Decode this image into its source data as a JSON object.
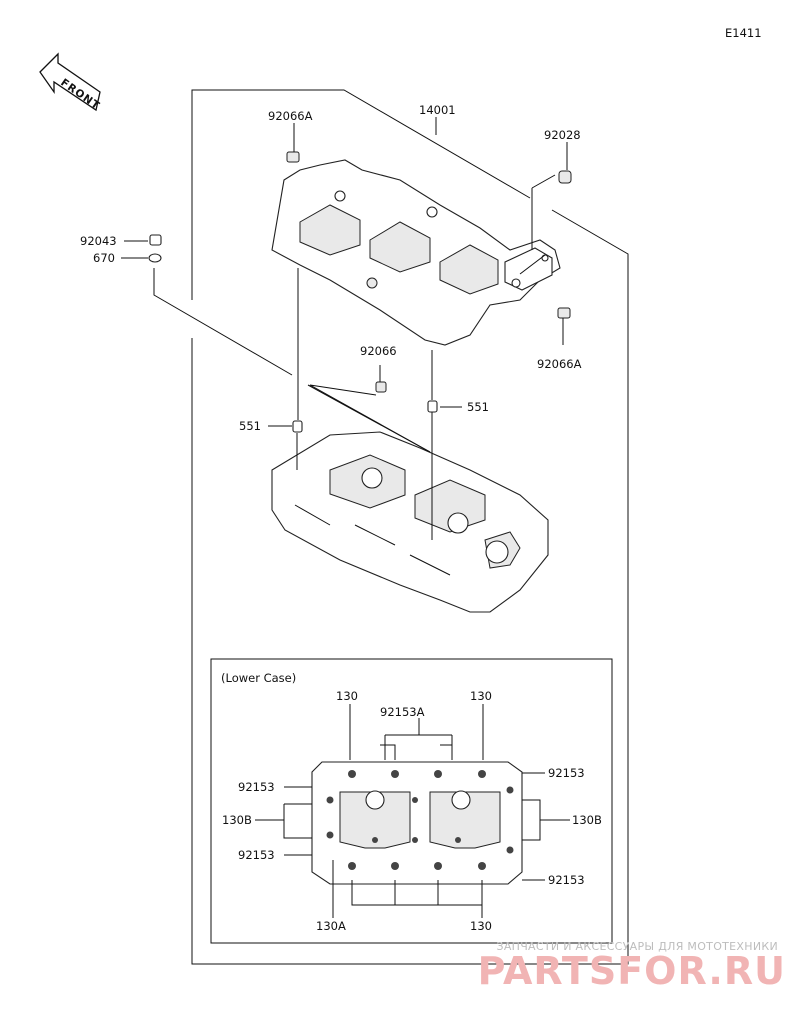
{
  "diagram_code": "E1411",
  "front_label": "FRONT",
  "inset_title": "(Lower Case)",
  "parts": {
    "crankcase_assy": "14001",
    "seal_upper_left": "92066A",
    "seal_right": "92066A",
    "cap": "92028",
    "collar": "92043",
    "o_ring": "670",
    "seal_center": "92066",
    "dowel_left": "551",
    "dowel_right": "551"
  },
  "inset_labels": {
    "bolt_130_top_left": "130",
    "bolt_130_top_right": "130",
    "bolt_92153A": "92153A",
    "bolt_92153_left_top": "92153",
    "bolt_130B_left": "130B",
    "bolt_92153_left_bottom": "92153",
    "bolt_130A": "130A",
    "bolt_130_bottom": "130",
    "bolt_92153_right_top": "92153",
    "bolt_130B_right": "130B",
    "bolt_92153_right_bottom": "92153"
  },
  "watermark": {
    "tagline": "ЗАПЧАСТИ И АКСЕССУАРЫ ДЛЯ МОТОТЕХНИКИ",
    "brand": "PARTSFOR.RU"
  }
}
